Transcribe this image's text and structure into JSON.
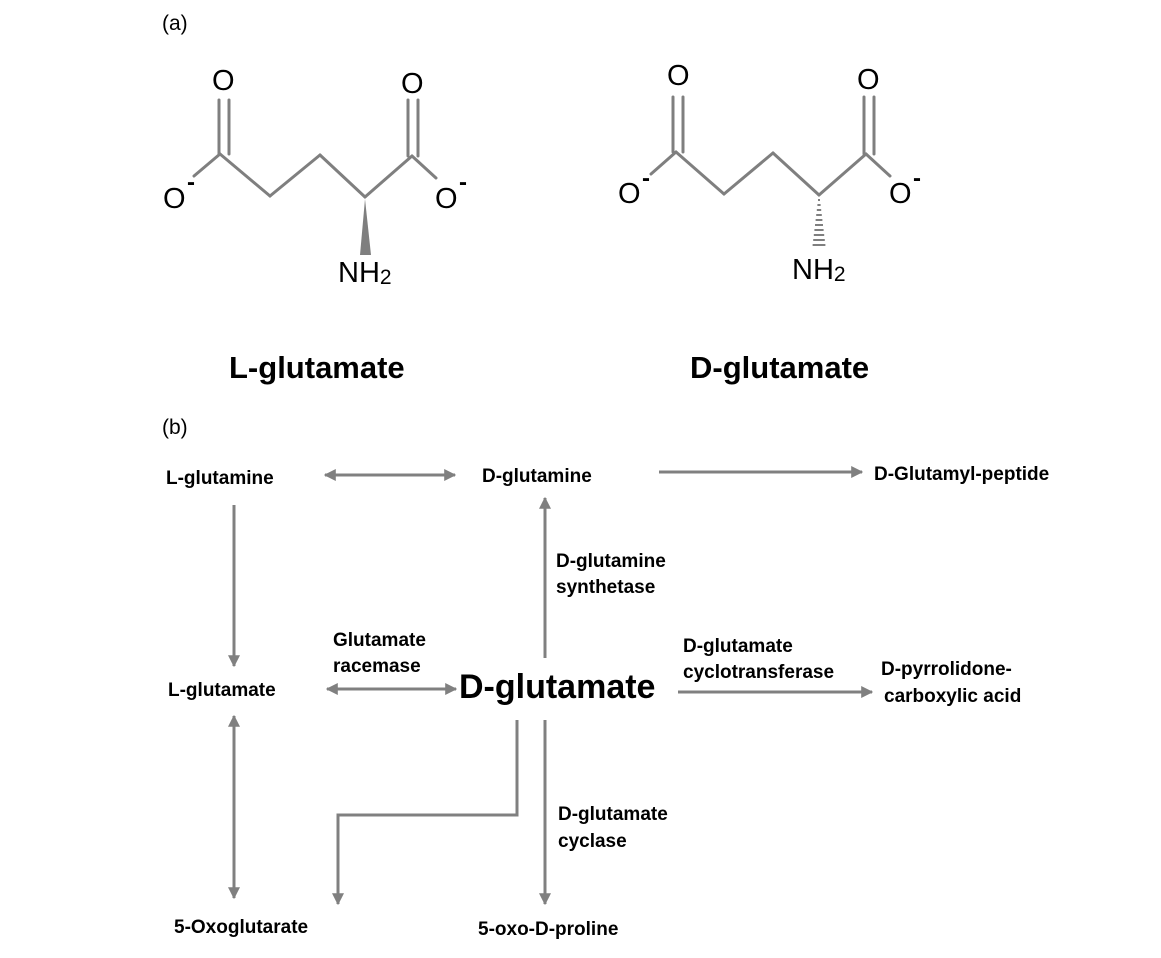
{
  "panel_a": {
    "label": "(a)",
    "l_glutamate": {
      "name": "L-glutamate",
      "oxygen_left_top": "O",
      "oxygen_right_top": "O",
      "oxygen_left_anion": "O",
      "oxygen_right_anion": "O",
      "charge_left": "-",
      "charge_right": "-",
      "amine": "NH",
      "amine_sub": "2"
    },
    "d_glutamate": {
      "name": "D-glutamate",
      "oxygen_left_top": "O",
      "oxygen_right_top": "O",
      "oxygen_left_anion": "O",
      "oxygen_right_anion": "O",
      "charge_left": "-",
      "charge_right": "-",
      "amine": "NH",
      "amine_sub": "2"
    }
  },
  "panel_b": {
    "label": "(b)",
    "nodes": {
      "l_glutamine": "L-glutamine",
      "d_glutamine": "D-glutamine",
      "d_glutamyl_peptide": "D-Glutamyl-peptide",
      "l_glutamate": "L-glutamate",
      "d_glutamate": "D-glutamate",
      "d_pyrrolidone_line1": "D-pyrrolidone-",
      "d_pyrrolidone_line2": "carboxylic acid",
      "oxoglutarate": "5-Oxoglutarate",
      "oxo_d_proline": "5-oxo-D-proline"
    },
    "enzymes": {
      "glutamine_synthetase_line1": "D-glutamine",
      "glutamine_synthetase_line2": "synthetase",
      "racemase_line1": "Glutamate",
      "racemase_line2": "racemase",
      "cyclotransferase_line1": "D-glutamate",
      "cyclotransferase_line2": "cyclotransferase",
      "cyclase_line1": "D-glutamate",
      "cyclase_line2": "cyclase"
    }
  }
}
